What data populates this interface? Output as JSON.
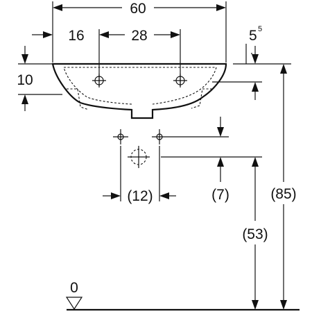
{
  "dimensions": {
    "overall_width": "60",
    "left_hole_offset": "16",
    "hole_spacing": "28",
    "right_offset_base": "5",
    "right_offset_sup": "5",
    "rim_height": "10",
    "drain_spacing": "(12)",
    "drain_drop": "(7)",
    "rim_to_floor": "(85)",
    "drain_to_floor": "(53)",
    "floor_level": "0"
  },
  "colors": {
    "line": "#111111",
    "background": "#ffffff"
  }
}
